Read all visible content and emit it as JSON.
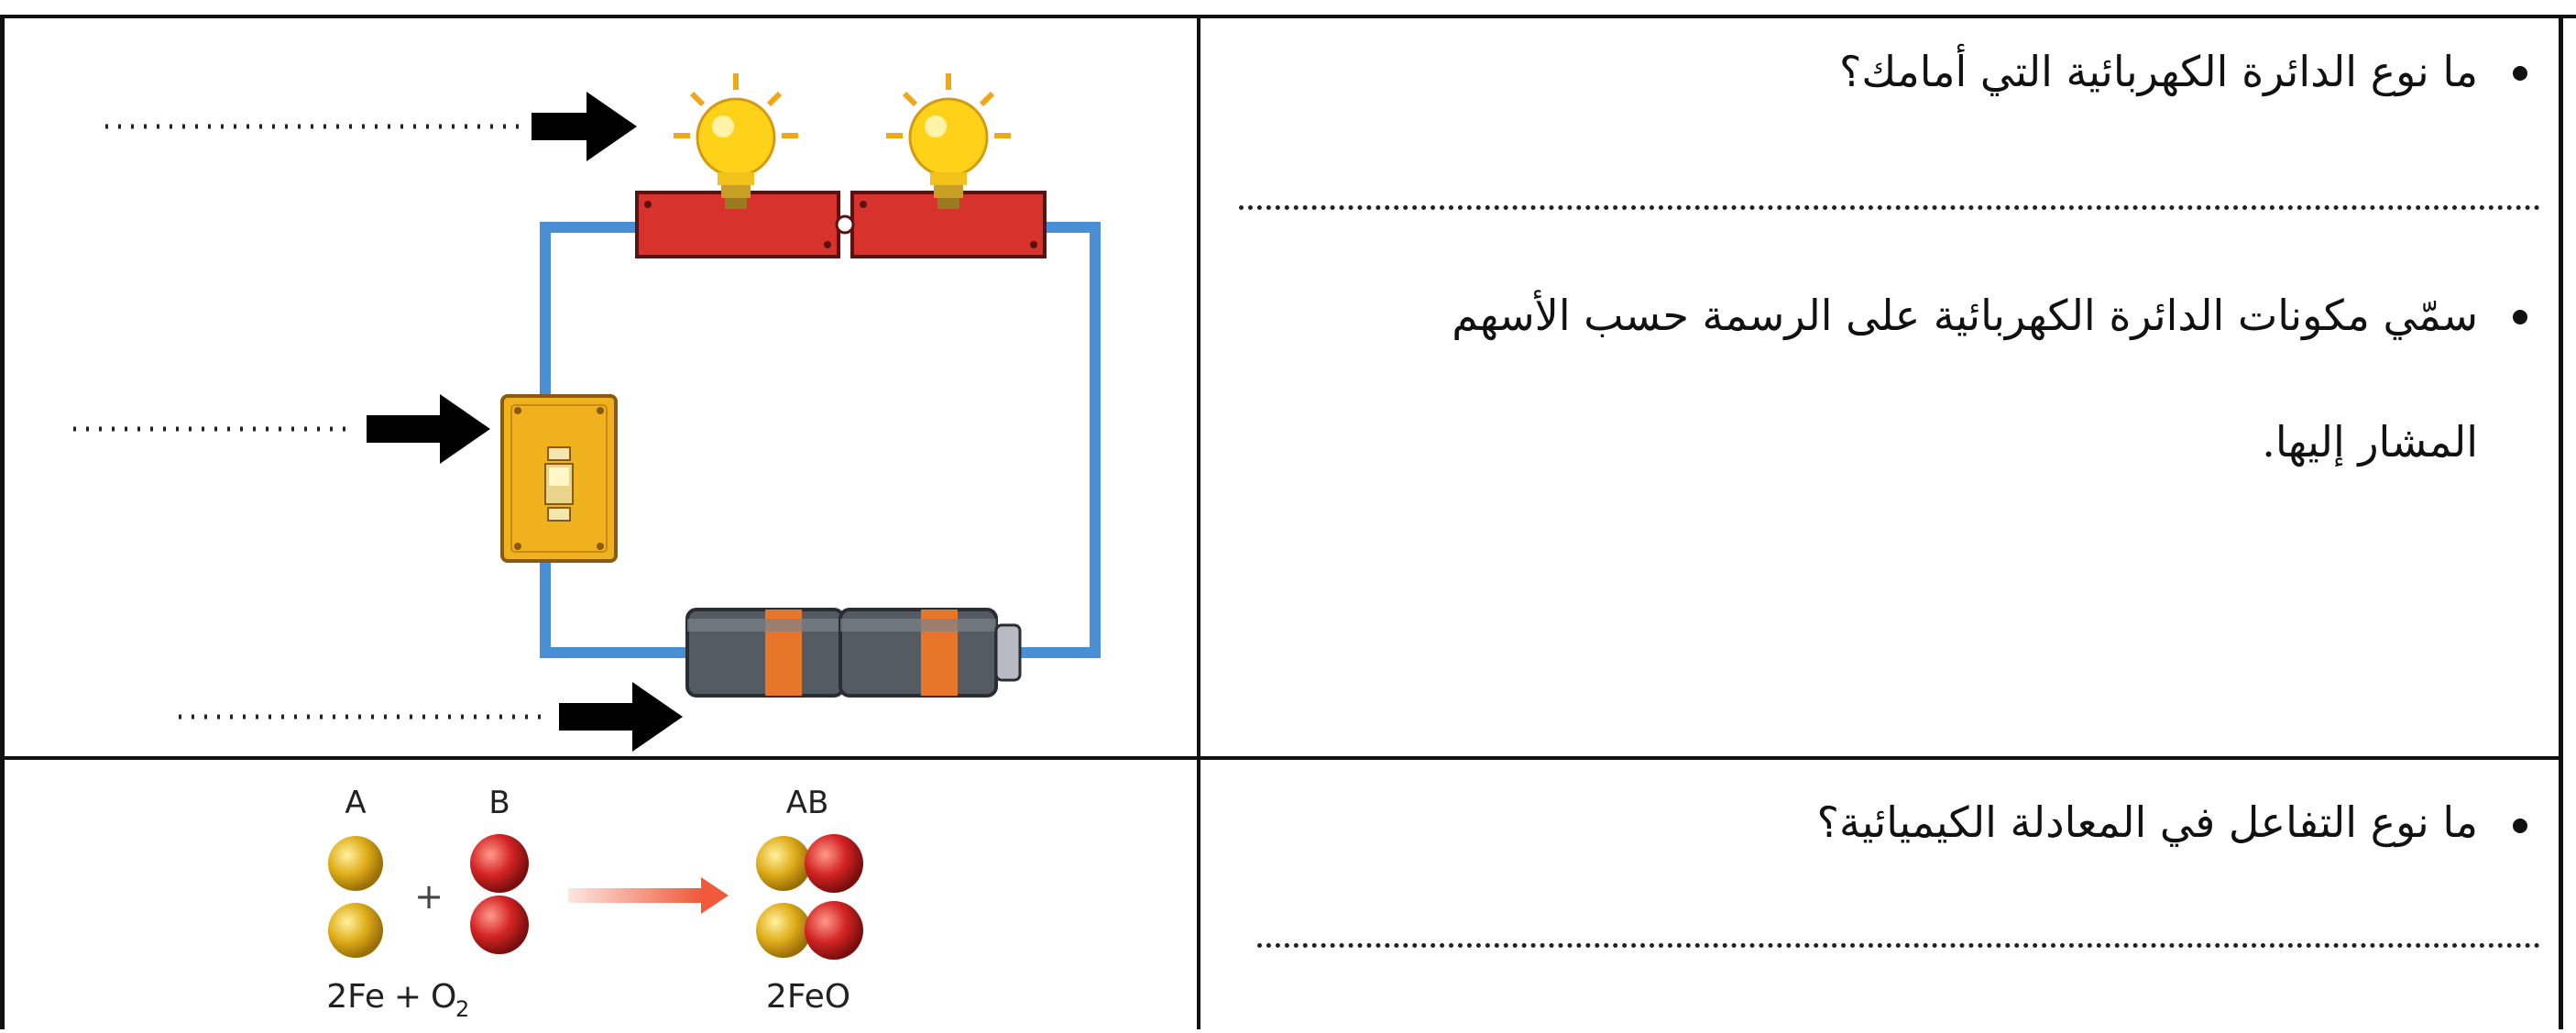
{
  "questions": {
    "q1": "ما نوع الدائرة الكهربائية التي أمامك؟",
    "q2_line1": "سمّي مكونات الدائرة الكهربائية على الرسمة حسب الأسهم",
    "q2_line2": "المشار إليها.",
    "q3": "ما نوع التفاعل في المعادلة الكيميائية؟"
  },
  "reaction": {
    "label_a": "A",
    "label_b": "B",
    "label_ab": "AB",
    "plus": "+",
    "reactant_fe": "2Fe",
    "reactant_plus": "+",
    "reactant_o": "O",
    "reactant_o_sub": "2",
    "product": "2FeO"
  },
  "icons": {
    "bulbs": "lightbulb-icon",
    "switch": "switch-icon",
    "battery": "battery-icon",
    "arrows": "arrow-right-icon"
  },
  "colors": {
    "wire": "#4a8fd6",
    "holder": "#d8322c",
    "bulb": "#ffd21a",
    "switch_plate": "#f0b11e",
    "battery_body": "#555b63",
    "battery_band": "#e8762a",
    "atom_gold": "#e0ad1a",
    "atom_red": "#d42424",
    "reaction_arrow": "#f05a3a"
  }
}
